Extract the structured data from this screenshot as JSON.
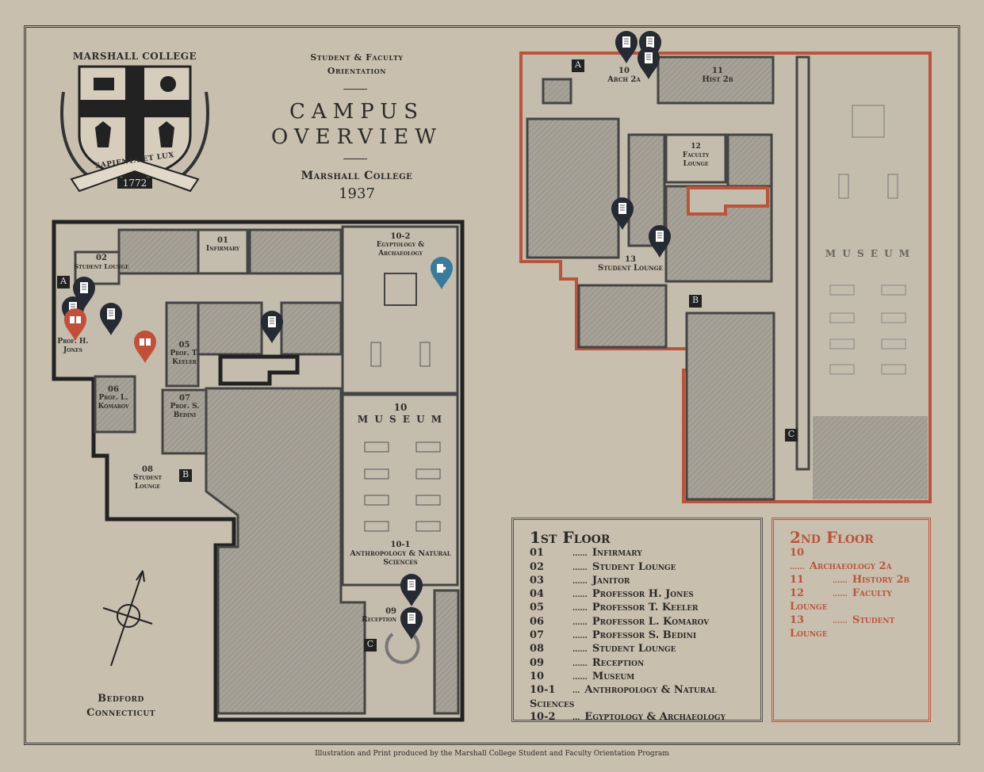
{
  "header": {
    "school": "MARSHALL COLLEGE",
    "motto": "SAPIENTA ET LUX",
    "year_badge": "1772",
    "subtitle_1": "Student & Faculty",
    "subtitle_2": "Orientation",
    "title_1": "CAMPUS",
    "title_2": "OVERVIEW",
    "college": "Marshall College",
    "year": "1937"
  },
  "location": {
    "line1": "Bedford",
    "line2": "Connecticut"
  },
  "first_floor_labels": [
    {
      "num": "01",
      "name": "Infirmary"
    },
    {
      "num": "02",
      "name": "Student Lounge"
    },
    {
      "num": "",
      "name": "Prof. H. Jones"
    },
    {
      "num": "05",
      "name": "Prof. T. Keeler"
    },
    {
      "num": "06",
      "name": "Prof. L. Komarov"
    },
    {
      "num": "07",
      "name": "Prof. S. Bedini"
    },
    {
      "num": "08",
      "name": "Student Lounge"
    },
    {
      "num": "10-2",
      "name": "Egyptology & Archaeology"
    },
    {
      "num": "10",
      "name": "M U S E U M"
    },
    {
      "num": "10-1",
      "name": "Anthropology & Natural Sciences"
    },
    {
      "num": "09",
      "name": "Reception"
    }
  ],
  "second_floor_labels": [
    {
      "num": "10",
      "name": "Arch 2a"
    },
    {
      "num": "11",
      "name": "Hist 2b"
    },
    {
      "num": "12",
      "name": "Faculty Lounge"
    },
    {
      "num": "13",
      "name": "Student Lounge"
    },
    {
      "num": "",
      "name": "M U S E U M"
    }
  ],
  "stairs": {
    "a": "A",
    "b": "B",
    "c": "C"
  },
  "legend_first": {
    "title": "1st Floor",
    "items": [
      {
        "num": "01",
        "dots": "......",
        "name": "Infirmary"
      },
      {
        "num": "02",
        "dots": "......",
        "name": "Student Lounge"
      },
      {
        "num": "03",
        "dots": "......",
        "name": "Janitor"
      },
      {
        "num": "04",
        "dots": "......",
        "name": "Professor H. Jones"
      },
      {
        "num": "05",
        "dots": "......",
        "name": "Professor T. Keeler"
      },
      {
        "num": "06",
        "dots": "......",
        "name": "Professor L. Komarov"
      },
      {
        "num": "07",
        "dots": "......",
        "name": "Professor S. Bedini"
      },
      {
        "num": "08",
        "dots": "......",
        "name": "Student Lounge"
      },
      {
        "num": "09",
        "dots": "......",
        "name": "Reception"
      },
      {
        "num": "10",
        "dots": "......",
        "name": "Museum"
      },
      {
        "num": "10-1",
        "dots": "...",
        "name": "Anthropology & Natural Sciences"
      },
      {
        "num": "10-2",
        "dots": "...",
        "name": "Egyptology & Archaeology"
      }
    ]
  },
  "legend_second": {
    "title": "2nd Floor",
    "items": [
      {
        "num": "10",
        "dots": "......",
        "name": "Archaeology 2a"
      },
      {
        "num": "11",
        "dots": "......",
        "name": "History 2b"
      },
      {
        "num": "12",
        "dots": "......",
        "name": "Faculty Lounge"
      },
      {
        "num": "13",
        "dots": "......",
        "name": "Student Lounge"
      }
    ]
  },
  "footer": "Illustration and Print produced by the Marshall College Student and Faculty Orientation Program",
  "colors": {
    "paper": "#c9bfae",
    "ink": "#2b2a28",
    "red": "#b9553c",
    "marker_dark": "#252a33",
    "marker_red": "#c0503a",
    "marker_blue": "#3a7a9a"
  }
}
